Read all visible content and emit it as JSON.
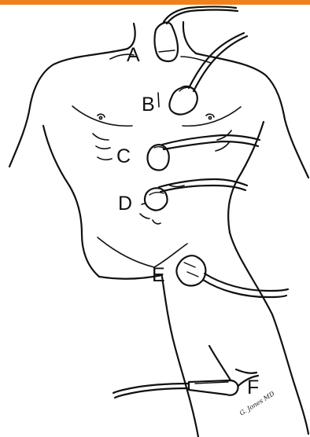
{
  "figure": {
    "accent_color": "#f07f1e",
    "line_color": "#111111",
    "labels": {
      "a": "A",
      "b": "B",
      "c": "C",
      "d": "D",
      "e": "E",
      "f": "F"
    },
    "signature": "G. Jones MD"
  }
}
